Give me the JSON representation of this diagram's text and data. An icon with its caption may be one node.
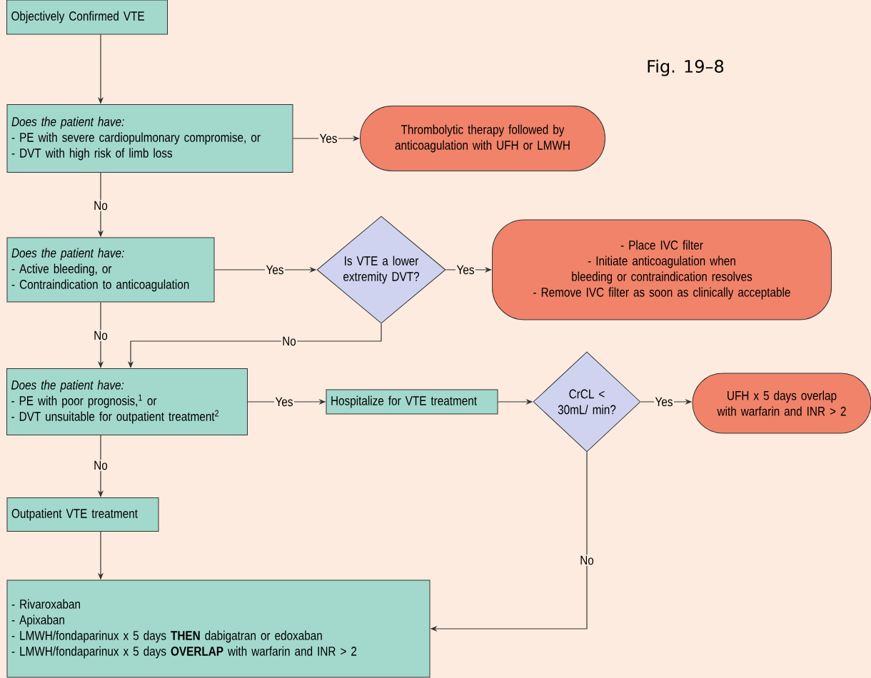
{
  "diagram": {
    "nodes": [
      {
        "text": [
          "Objectively Confirmed VTE"
        ]
      },
      {
        "text": [
          "Does the patient have:",
          "- PE with severe cardiopulmonary compromise, or",
          "- DVT with high risk of limb loss"
        ]
      },
      {
        "text": [
          "Thrombolytic therapy followed by anticoagulation with UFH or LMWH"
        ]
      },
      {
        "text": [
          "Does the patient have:",
          "- Active bleeding, or",
          "- Contraindication to anticoagulation"
        ]
      },
      {
        "text": [
          "Is VTE a lower extremity DVT?"
        ]
      },
      {
        "text": [
          "- Place IVC filter",
          "- Initiate anticoagulation when bleeding or contraindication resolves",
          "- Remove IVC filter as soon as clinically acceptable"
        ]
      },
      {
        "text": [
          "Does the patient have:",
          "- PE with poor prognosis,$^{1}$ or",
          "- DVT unsuitable for outpatient treatment$^{2}$"
        ]
      },
      {
        "text": [
          "Hospitalize for VTE treatment"
        ]
      },
      {
        "text": [
          "CrCL < 30mL/ min?"
        ]
      },
      {
        "text": [
          "UFH x 5 days overlap with warfarin and INR > 2"
        ]
      },
      {
        "text": [
          "Outpatient VTE treatment"
        ]
      },
      {
        "text": [
          "- Rivaroxaban",
          "- Apixaban",
          "- LMWH/fondaparinux x 5 days **THEN** dabigatran or edoxaban",
          "- LMWH/fondaparinux x 5 days **OVERLAP** with warfarin and INR > 2"
        ]
      }
    ],
    "edges": [
      {
        "from": 0,
        "to": 1,
        "arrow": "to"
      },
      {
        "from": 1,
        "to": 2,
        "arrow": "to",
        "label": "Yes"
      },
      {
        "from": 1,
        "to": 3,
        "arrow": "to",
        "label": "No"
      },
      {
        "from": 3,
        "to": 4,
        "arrow": "to",
        "label": "Yes"
      },
      {
        "from": 4,
        "to": 5,
        "arrow": "to",
        "label": "Yes"
      },
      {
        "from": 3,
        "to": 6,
        "arrow": "to",
        "label": "No"
      },
      {
        "from": 4,
        "to": 6,
        "arrow": "to",
        "label": "No"
      },
      {
        "from": 6,
        "to": 7,
        "arrow": "to",
        "label": "Yes"
      },
      {
        "from": 7,
        "to": 8,
        "arrow": "to"
      },
      {
        "from": 8,
        "to": 9,
        "arrow": "to",
        "label": "Yes"
      },
      {
        "from": 6,
        "to": 10,
        "arrow": "to",
        "label": "No"
      },
      {
        "from": 8,
        "to": 11,
        "arrow": "to",
        "label": "No"
      },
      {
        "from": 10,
        "to": 11,
        "arrow": "to"
      }
    ],
    "labels": [
      "Fig. 19–8"
    ]
  }
}
